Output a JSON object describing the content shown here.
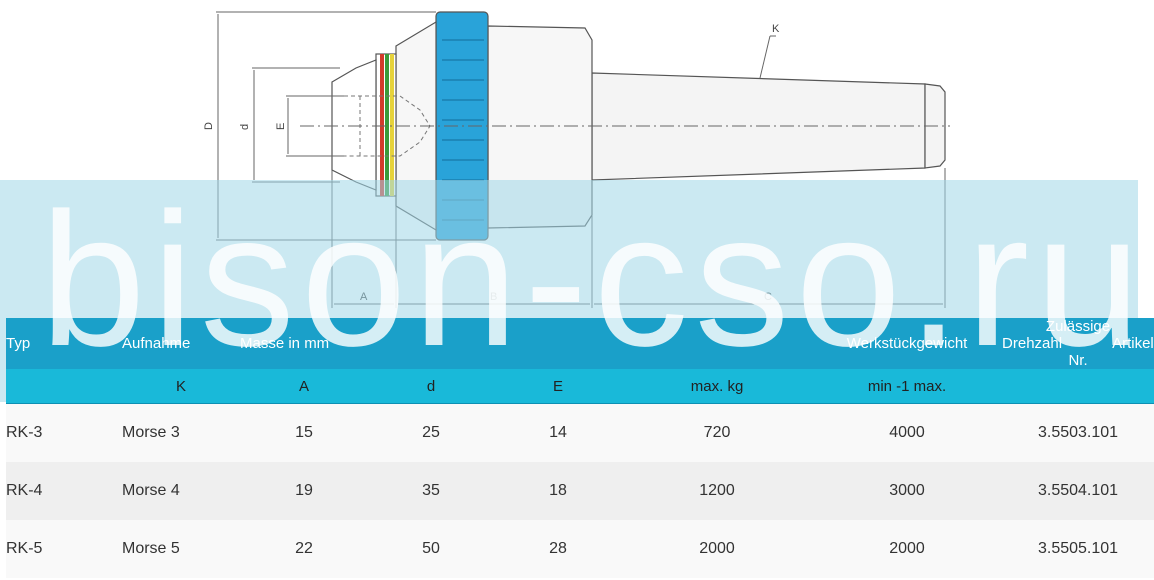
{
  "drawing": {
    "labels": {
      "K": "K",
      "D": "D",
      "d": "d",
      "E": "E",
      "A": "A",
      "B": "B",
      "C": "C"
    },
    "colors": {
      "knurl": "#29a3d9",
      "outline": "#555555",
      "ring_red": "#d23a2a",
      "ring_green": "#3a9a3a",
      "ring_yellow": "#e6d23a"
    }
  },
  "watermark": {
    "text": "bison-cso.ru"
  },
  "table": {
    "header": {
      "typ": "Typ",
      "aufnahme": "Aufnahme",
      "masse": "Masse in mm",
      "werkstueck": "Werkstückgewicht",
      "drehzahl": "Zulässige Drehzahl",
      "artikel": "Artikel-Nr."
    },
    "subheader": {
      "k": "K",
      "a": "A",
      "d": "d",
      "e": "E",
      "kg": "max. kg",
      "rpm": "min -1 max."
    },
    "rows": [
      {
        "typ": "RK-3",
        "aufnahme": "Morse 3",
        "a": "15",
        "d": "25",
        "e": "14",
        "kg": "720",
        "rpm": "4000",
        "artikel": "3.5503.101"
      },
      {
        "typ": "RK-4",
        "aufnahme": "Morse 4",
        "a": "19",
        "d": "35",
        "e": "18",
        "kg": "1200",
        "rpm": "3000",
        "artikel": "3.5504.101"
      },
      {
        "typ": "RK-5",
        "aufnahme": "Morse 5",
        "a": "22",
        "d": "50",
        "e": "28",
        "kg": "2000",
        "rpm": "2000",
        "artikel": "3.5505.101"
      }
    ]
  }
}
